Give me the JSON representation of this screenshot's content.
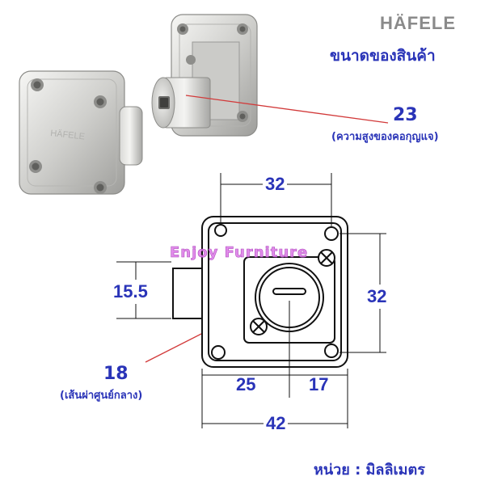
{
  "brand": {
    "logo_text": "HÄFELE"
  },
  "heading": {
    "product_size": "ขนาดของสินค้า"
  },
  "callouts": {
    "neck_height": {
      "value": "23",
      "note": "(ความสูงของคอกุญแจ)"
    },
    "center_diameter": {
      "value": "18",
      "note": "(เส้นผ่าศูนย์กลาง)"
    }
  },
  "dimensions": {
    "top_width": "32",
    "right_height": "32",
    "left_height": "15.5",
    "bottom_left": "25",
    "bottom_right": "17",
    "bottom_total": "42"
  },
  "watermark": "Enjoy Furniture",
  "units": "หน่วย : มิลลิเมตร",
  "colors": {
    "label_blue": "#2a34b8",
    "pointer_red": "#d23a3a",
    "metal_light": "#e8e8e6",
    "metal_dark": "#9b9b98"
  }
}
